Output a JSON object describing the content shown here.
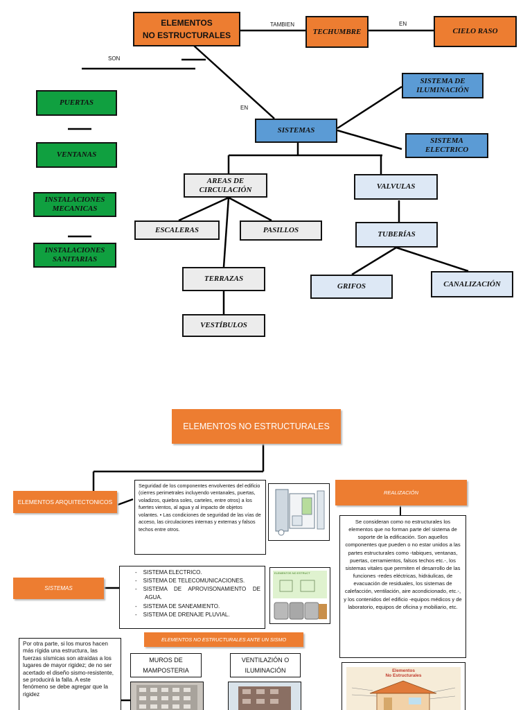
{
  "colors": {
    "orange": "#ed7d31",
    "green": "#10a040",
    "blue": "#5b9bd5",
    "grey": "#ececec",
    "light_blue": "#dde8f5"
  },
  "map1": {
    "root": [
      "ELEMENTOS",
      "NO ESTRUCTURALES"
    ],
    "edge_tambien": "TAMBIEN",
    "techumbre": "TECHUMBRE",
    "edge_en_top": "EN",
    "cielo_raso": "CIELO RASO",
    "edge_son": "SON",
    "puertas": "PUERTAS",
    "ventanas": "VENTANAS",
    "inst_mecanicas": "INSTALACIONES MECANICAS",
    "inst_sanitarias": "INSTALACIONES SANITARIAS",
    "edge_en_sistemas": "EN",
    "sistemas": "SISTEMAS",
    "sistema_iluminacion": "SISTEMA DE ILUMINACIÓN",
    "sistema_electrico": "SISTEMA ELECTRICO",
    "areas_circulacion": "AREAS DE CIRCULACIÓN",
    "valvulas": "VALVULAS",
    "escaleras": "ESCALERAS",
    "pasillos": "PASILLOS",
    "tuberias": "TUBERÍAS",
    "terrazas": "TERRAZAS",
    "grifos": "GRIFOS",
    "canalizacion": "CANALIZACIÓN",
    "vestibulos": "VESTÍBULOS"
  },
  "map2": {
    "title": "ELEMENTOS NO ESTRUCTURALES",
    "arquitectonicos": "ELEMENTOS ARQUITECTONICOS",
    "arq_text": "Seguridad de los componentes envolventes del edificio (cierres perimetrales incluyendo ventanales, puertas, voladizos, quiebra soles, carteles, entre otros) a los fuertes vientos, al agua y al impacto de objetos volantes. • Las condiciones de seguridad de las vías de acceso, las circulaciones internas y externas y falsos techos entre otros.",
    "sistemas": "SISTEMAS",
    "sistemas_list": [
      "SISTEMA ELECTRICO.",
      "SISTEMA DE TELECOMUNICACIONES.",
      "SISTEMA DE APROVISONAMIENTO DE AGUA.",
      "SISTEMA DE SANEAMIENTO.",
      "SISTEMA DE DRENAJE PLUVIAL."
    ],
    "realizacion": "REALIZACIÓN",
    "realizacion_text": "Se consideran como no estructurales los elementos que no forman parte del sistema de soporte de la edificación. Son aquellos componentes que pueden o no estar unidos a las partes estructurales como -tabiques, ventanas, puertas, cerramientos, falsos techos etc.-, los sistemas vitales que permiten el desarrollo de las funciones -redes eléctricas, hidráulicas, de evacuación de residuales, los sistemas de calefacción, ventilación, aire acondicionado, etc.-, y los contenidos del edificio -equipos médicos y de laboratorio, equipos de oficina y mobiliario, etc.",
    "ante_sismo": "ELEMENTOS NO ESTRUCTURALES ANTE UN SISMO",
    "sismo_text": "Por otra parte, si los muros hacen más rígida una estructura, las fuerzas sísmicas son atraídas a los lugares de mayor rigidez; de no ser acertado el diseño sismo-resistente, se producirá la falla. A este fenómeno se debe agregar que la rigidez",
    "muros": "MUROS DE MAMPOSTERIA",
    "ventilacion": "VENTILAZIÓN O ILUMINACIÓN",
    "thumb_sistemas_caption": "ELEMENTOS NO ESTRUCT",
    "figure_title": [
      "Elementos",
      "No Estructurales"
    ]
  }
}
